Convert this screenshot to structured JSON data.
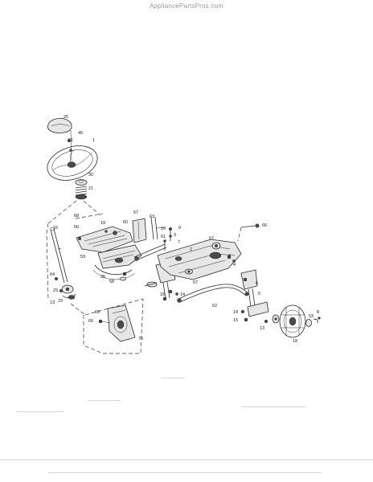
{
  "watermark": "AppliancePartsPros.com",
  "part_labels": [
    {
      "id": "l26",
      "text": "26"
    },
    {
      "id": "l45",
      "text": "45"
    },
    {
      "id": "l51",
      "text": "51"
    },
    {
      "id": "l1",
      "text": "1"
    },
    {
      "id": "l30",
      "text": "30"
    },
    {
      "id": "l21",
      "text": "21"
    },
    {
      "id": "l68",
      "text": "68"
    },
    {
      "id": "l19",
      "text": "19"
    },
    {
      "id": "l57",
      "text": "57"
    },
    {
      "id": "l63",
      "text": "63"
    },
    {
      "id": "l60",
      "text": "60"
    },
    {
      "id": "l16",
      "text": "16"
    },
    {
      "id": "l56",
      "text": "56"
    },
    {
      "id": "l10",
      "text": "10"
    },
    {
      "id": "l9",
      "text": "9"
    },
    {
      "id": "l61",
      "text": "61"
    },
    {
      "id": "l3",
      "text": "3"
    },
    {
      "id": "l7",
      "text": "7"
    },
    {
      "id": "l2",
      "text": "2"
    },
    {
      "id": "l67a",
      "text": "67"
    },
    {
      "id": "l66",
      "text": "66"
    },
    {
      "id": "l59",
      "text": "59"
    },
    {
      "id": "l8a",
      "text": "8"
    },
    {
      "id": "l4",
      "text": "4"
    },
    {
      "id": "l64",
      "text": "64"
    },
    {
      "id": "l35",
      "text": "35"
    },
    {
      "id": "l58",
      "text": "58"
    },
    {
      "id": "l67b",
      "text": "67"
    },
    {
      "id": "l6",
      "text": "6"
    },
    {
      "id": "l29",
      "text": "29"
    },
    {
      "id": "l23",
      "text": "23"
    },
    {
      "id": "l13a",
      "text": "13"
    },
    {
      "id": "l15a",
      "text": "15"
    },
    {
      "id": "l14a",
      "text": "14"
    },
    {
      "id": "l62",
      "text": "62"
    },
    {
      "id": "l5",
      "text": "5"
    },
    {
      "id": "l69",
      "text": "69"
    },
    {
      "id": "l66b",
      "text": "66"
    },
    {
      "id": "l14b",
      "text": "14"
    },
    {
      "id": "l15b",
      "text": "15"
    },
    {
      "id": "l13b",
      "text": "13"
    },
    {
      "id": "l70",
      "text": "70"
    },
    {
      "id": "l53",
      "text": "53"
    },
    {
      "id": "l8b",
      "text": "8"
    },
    {
      "id": "l18",
      "text": "18"
    }
  ]
}
